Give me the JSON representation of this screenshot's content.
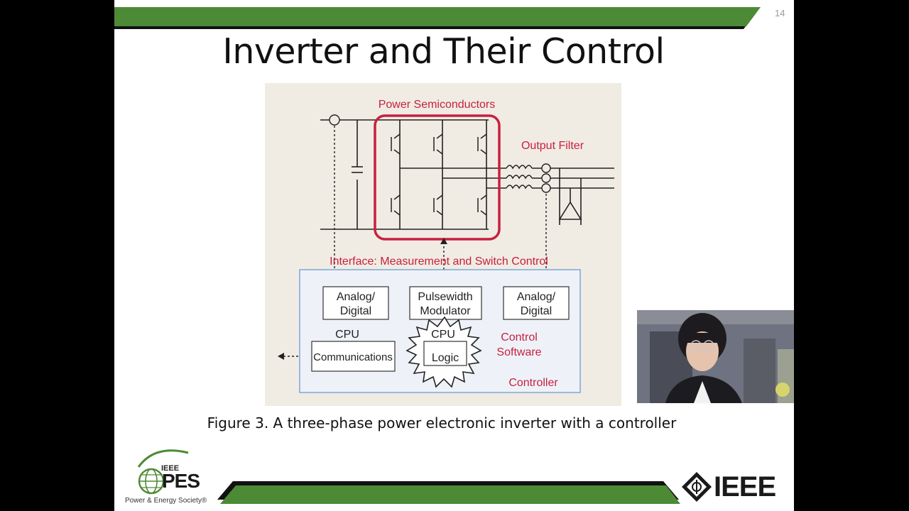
{
  "slide": {
    "page_number": "14",
    "title": "Inverter and Their Control",
    "caption": "Figure 3. A three-phase power electronic inverter with a controller"
  },
  "figure": {
    "power_semiconductors": "Power Semiconductors",
    "output_filter": "Output Filter",
    "interface": "Interface: Measurement and Switch Control",
    "analog_digital_line1": "Analog/",
    "analog_digital_line2": "Digital",
    "pwm_line1": "Pulsewidth",
    "pwm_line2": "Modulator",
    "cpu": "CPU",
    "communications": "Communications",
    "logic": "Logic",
    "control_software_line1": "Control",
    "control_software_line2": "Software",
    "controller": "Controller"
  },
  "logos": {
    "ieee_pes_top": "IEEE",
    "ieee_pes_main": "PES",
    "ieee_pes_tagline": "Power & Energy Society®",
    "ieee": "IEEE"
  },
  "colors": {
    "banner_green": "#4d8a36",
    "highlight_red": "#c8203f",
    "controller_blue": "#7da6d8"
  }
}
